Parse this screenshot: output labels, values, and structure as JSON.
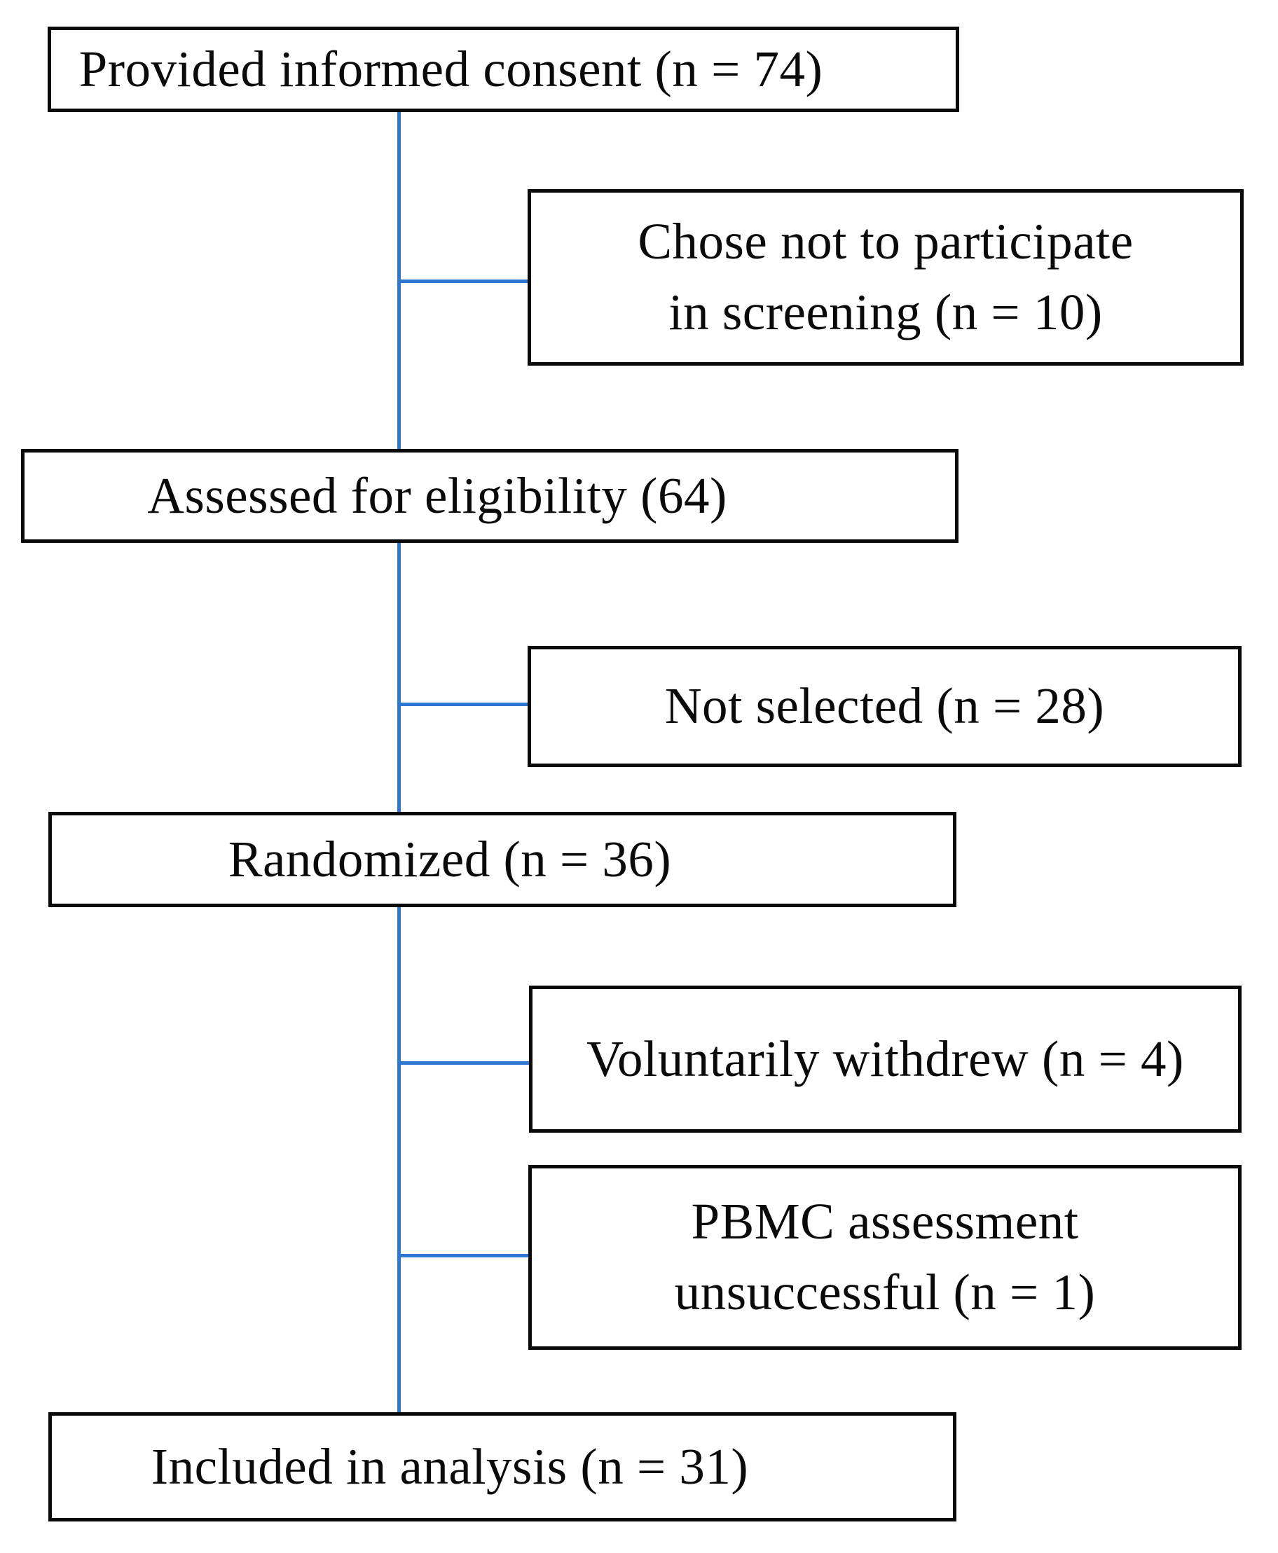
{
  "diagram": {
    "type": "participant-flowchart",
    "background_color": "#ffffff",
    "box_border_color": "#0a0a0a",
    "text_color": "#0a0a0a",
    "connector_color": "#2f78d2",
    "nodes": [
      {
        "id": "consent",
        "column": "main",
        "label": "Provided informed consent (n = 74)",
        "n": 74
      },
      {
        "id": "chose-not",
        "column": "side",
        "label": "Chose not to participate in screening (n = 10)",
        "lines": [
          "Chose not to participate",
          "in screening (n = 10)"
        ],
        "n": 10
      },
      {
        "id": "assessed",
        "column": "main",
        "label": "Assessed for eligibility (64)",
        "n": 64
      },
      {
        "id": "not-selected",
        "column": "side",
        "label": "Not selected (n = 28)",
        "n": 28
      },
      {
        "id": "randomized",
        "column": "main",
        "label": "Randomized (n = 36)",
        "n": 36
      },
      {
        "id": "withdrew",
        "column": "side",
        "label": "Voluntarily withdrew (n = 4)",
        "n": 4
      },
      {
        "id": "pbmc",
        "column": "side",
        "label": "PBMC assessment unsuccessful (n = 1)",
        "lines": [
          "PBMC assessment",
          "unsuccessful (n = 1)"
        ],
        "n": 1
      },
      {
        "id": "included",
        "column": "main",
        "label": "Included in analysis (n = 31)",
        "n": 31
      }
    ]
  }
}
